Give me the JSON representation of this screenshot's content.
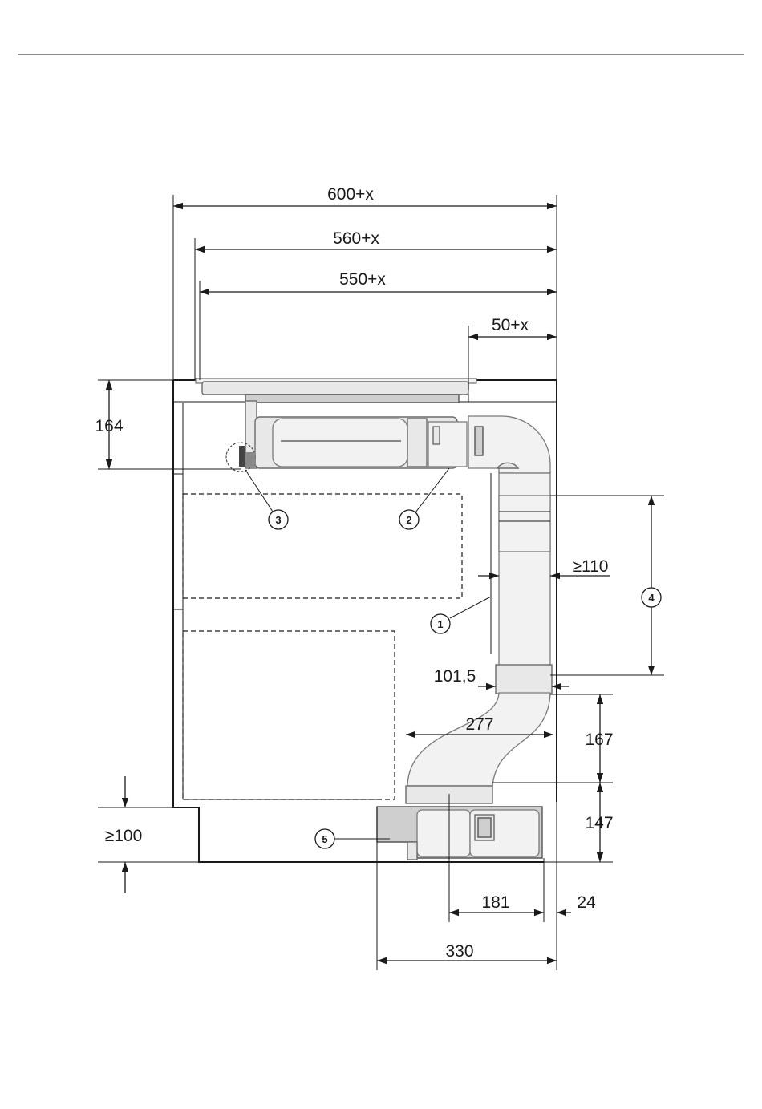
{
  "diagram": {
    "dimensions": {
      "width_total": "600+x",
      "width_cutout_outer": "560+x",
      "width_cutout_inner": "550+x",
      "rear_gap": "50+x",
      "height_top": "164",
      "clearance_side": "≥110",
      "duct_offset": "101,5",
      "bend_height": "167",
      "bend_width": "277",
      "plinth_height": "147",
      "plinth_min": "≥100",
      "fan_offset": "181",
      "rear_offset": "24",
      "fan_width": "330"
    },
    "callouts": {
      "c1": "1",
      "c2": "2",
      "c3": "3",
      "c4": "4",
      "c5": "5"
    }
  }
}
